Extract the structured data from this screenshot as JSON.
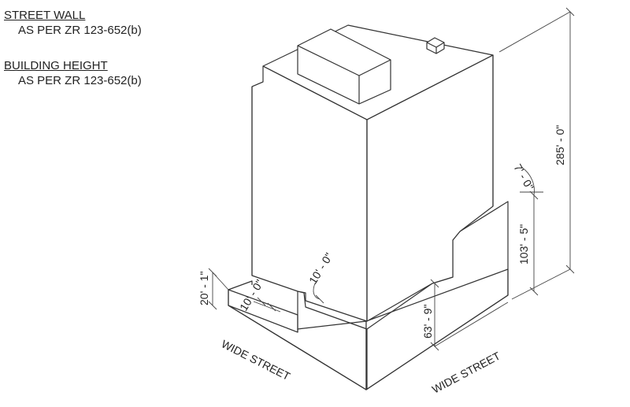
{
  "notes": {
    "street_wall_title": "STREET WALL",
    "street_wall_rule": "AS PER ZR 123-652(b)",
    "building_height_title": "BUILDING HEIGHT",
    "building_height_rule": "AS PER ZR 123-652(b)"
  },
  "dimensions": {
    "total_height": "285' - 0\"",
    "base_height_right": "103' - 5\"",
    "setback_right": "7' - 0\"",
    "base_height_front": "63' - 9\"",
    "base_height_left": "20' - 1\"",
    "setback_front_a": "10' - 0\"",
    "setback_front_b": "10' - 0\""
  },
  "labels": {
    "street_left": "WIDE STREET",
    "street_right": "WIDE STREET"
  }
}
